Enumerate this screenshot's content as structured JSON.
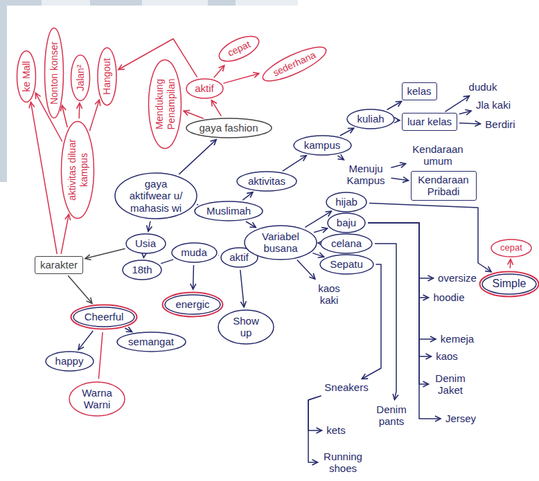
{
  "diagram": {
    "nodes": [
      {
        "text": [
          "gaya aktifwear u/ mahasis wi"
        ]
      },
      {
        "text": [
          "gaya fashion"
        ]
      },
      {
        "text": [
          "aktif"
        ]
      },
      {
        "text": [
          "cepat"
        ]
      },
      {
        "text": [
          "sederhana"
        ]
      },
      {
        "text": [
          "Mendukung Penampilan"
        ]
      },
      {
        "text": [
          "aktivitas diluar kampus"
        ]
      },
      {
        "text": [
          "ke Mall"
        ]
      },
      {
        "text": [
          "Nonton konser"
        ]
      },
      {
        "text": [
          "Jalan²"
        ]
      },
      {
        "text": [
          "Hangout"
        ]
      },
      {
        "text": [
          "karakter"
        ]
      },
      {
        "text": [
          "Usia"
        ]
      },
      {
        "text": [
          "18th"
        ]
      },
      {
        "text": [
          "muda"
        ]
      },
      {
        "text": [
          "aktif"
        ]
      },
      {
        "text": [
          "Cheerful"
        ]
      },
      {
        "text": [
          "energic"
        ]
      },
      {
        "text": [
          "Show up"
        ]
      },
      {
        "text": [
          "semangat"
        ]
      },
      {
        "text": [
          "happy"
        ]
      },
      {
        "text": [
          "Warna Warni"
        ]
      },
      {
        "text": [
          "Muslimah"
        ]
      },
      {
        "text": [
          "aktivitas"
        ]
      },
      {
        "text": [
          "Variabel busana"
        ]
      },
      {
        "text": [
          "kampus"
        ]
      },
      {
        "text": [
          "kuliah"
        ]
      },
      {
        "text": [
          "kelas"
        ]
      },
      {
        "text": [
          "luar kelas"
        ]
      },
      {
        "text": [
          "duduk"
        ]
      },
      {
        "text": [
          "Jla kaki"
        ]
      },
      {
        "text": [
          "Berdiri"
        ]
      },
      {
        "text": [
          "Menuju Kampus"
        ]
      },
      {
        "text": [
          "Kendaraan umum"
        ]
      },
      {
        "text": [
          "Kendaraan Pribadi"
        ]
      },
      {
        "text": [
          "hijab"
        ]
      },
      {
        "text": [
          "baju"
        ]
      },
      {
        "text": [
          "celana"
        ]
      },
      {
        "text": [
          "Sepatu"
        ]
      },
      {
        "text": [
          "kaos kaki"
        ]
      },
      {
        "text": [
          "oversize"
        ]
      },
      {
        "text": [
          "hoodie"
        ]
      },
      {
        "text": [
          "Simple"
        ]
      },
      {
        "text": [
          "cepat"
        ]
      },
      {
        "text": [
          "kemeja"
        ]
      },
      {
        "text": [
          "kaos"
        ]
      },
      {
        "text": [
          "Denim Jaket"
        ]
      },
      {
        "text": [
          "Jersey"
        ]
      },
      {
        "text": [
          "Denim pants"
        ]
      },
      {
        "text": [
          "Sneakers"
        ]
      },
      {
        "text": [
          "kets"
        ]
      },
      {
        "text": [
          "Running shoes"
        ]
      }
    ],
    "edges": [
      {
        "from": 0,
        "to": 1,
        "arrow": "to"
      },
      {
        "from": 1,
        "to": 2,
        "arrow": "to"
      },
      {
        "from": 1,
        "to": 5,
        "arrow": "to"
      },
      {
        "from": 2,
        "to": 3,
        "arrow": "to"
      },
      {
        "from": 2,
        "to": 4,
        "arrow": "to"
      },
      {
        "from": 2,
        "to": 10,
        "arrow": "to"
      },
      {
        "from": 6,
        "to": 7,
        "arrow": "to"
      },
      {
        "from": 6,
        "to": 8,
        "arrow": "to"
      },
      {
        "from": 6,
        "to": 9,
        "arrow": "to"
      },
      {
        "from": 6,
        "to": 10,
        "arrow": "to"
      },
      {
        "from": 11,
        "to": 6,
        "arrow": "to"
      },
      {
        "from": 11,
        "to": 7,
        "arrow": "to"
      },
      {
        "from": 0,
        "to": 12,
        "arrow": "to"
      },
      {
        "from": 12,
        "to": 11,
        "arrow": "to"
      },
      {
        "from": 11,
        "to": 16,
        "arrow": "to"
      },
      {
        "from": 12,
        "to": 13,
        "arrow": "to"
      },
      {
        "from": 13,
        "to": 14,
        "arrow": "none"
      },
      {
        "from": 14,
        "to": 15,
        "arrow": "none"
      },
      {
        "from": 14,
        "to": 17,
        "arrow": "to"
      },
      {
        "from": 15,
        "to": 18,
        "arrow": "to"
      },
      {
        "from": 16,
        "to": 19,
        "arrow": "to"
      },
      {
        "from": 16,
        "to": 20,
        "arrow": "to"
      },
      {
        "from": 16,
        "to": 21,
        "arrow": "none"
      },
      {
        "from": 0,
        "to": 22,
        "arrow": "none"
      },
      {
        "from": 22,
        "to": 23,
        "arrow": "to"
      },
      {
        "from": 22,
        "to": 24,
        "arrow": "to"
      },
      {
        "from": 23,
        "to": 25,
        "arrow": "to"
      },
      {
        "from": 25,
        "to": 26,
        "arrow": "to"
      },
      {
        "from": 25,
        "to": 32,
        "arrow": "to"
      },
      {
        "from": 26,
        "to": 27,
        "arrow": "to"
      },
      {
        "from": 26,
        "to": 28,
        "arrow": "to"
      },
      {
        "from": 28,
        "to": 29,
        "arrow": "to"
      },
      {
        "from": 28,
        "to": 30,
        "arrow": "to"
      },
      {
        "from": 28,
        "to": 31,
        "arrow": "to"
      },
      {
        "from": 32,
        "to": 33,
        "arrow": "to"
      },
      {
        "from": 32,
        "to": 34,
        "arrow": "to"
      },
      {
        "from": 24,
        "to": 35,
        "arrow": "to"
      },
      {
        "from": 24,
        "to": 36,
        "arrow": "to"
      },
      {
        "from": 24,
        "to": 37,
        "arrow": "to"
      },
      {
        "from": 24,
        "to": 38,
        "arrow": "to"
      },
      {
        "from": 24,
        "to": 39,
        "arrow": "to"
      },
      {
        "from": 35,
        "to": 42,
        "arrow": "to"
      },
      {
        "from": 36,
        "to": 40,
        "arrow": "to"
      },
      {
        "from": 36,
        "to": 41,
        "arrow": "to"
      },
      {
        "from": 36,
        "to": 44,
        "arrow": "to"
      },
      {
        "from": 36,
        "to": 45,
        "arrow": "to"
      },
      {
        "from": 36,
        "to": 46,
        "arrow": "to"
      },
      {
        "from": 36,
        "to": 47,
        "arrow": "to"
      },
      {
        "from": 37,
        "to": 48,
        "arrow": "to"
      },
      {
        "from": 38,
        "to": 49,
        "arrow": "to"
      },
      {
        "from": 49,
        "to": 50,
        "arrow": "to"
      },
      {
        "from": 49,
        "to": 51,
        "arrow": "to"
      },
      {
        "from": 42,
        "to": 43,
        "arrow": "to"
      }
    ]
  }
}
